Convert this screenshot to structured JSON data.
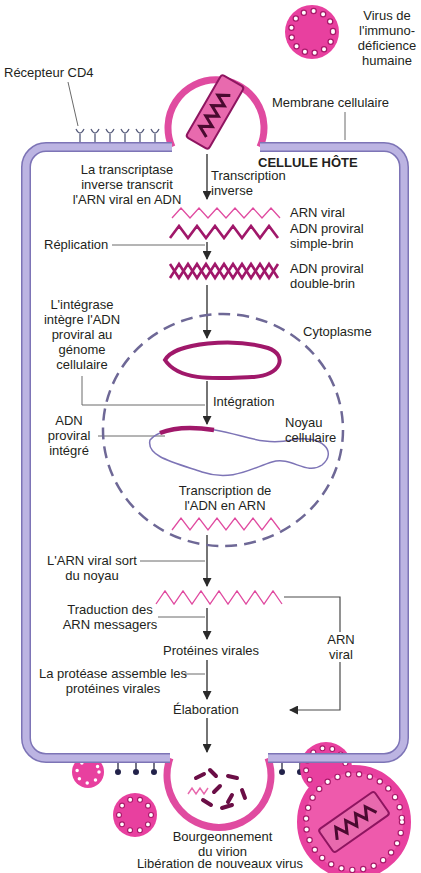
{
  "diagram": {
    "nodes": [
      {
        "text": [
          "CELLULE HÔTE",
          "Cytoplasme"
        ]
      },
      {
        "text": [
          "Intégration",
          "Noyau cellulaire",
          "Transcription de l'ADN en ARN"
        ],
        "in": 0
      }
    ],
    "labels": [
      "Virus de l'immuno-déficience humaine",
      "Récepteur CD4",
      "Membrane cellulaire",
      "La transcriptase inverse transcrit l'ARN viral en ADN",
      "Transcription inverse",
      "ARN viral",
      "ADN proviral simple-brin",
      "Réplication",
      "ADN proviral double-brin",
      "L'intégrase intègre l'ADN proviral au génome cellulaire",
      "ADN proviral intégré",
      "L'ARN viral sort du noyau",
      "Traduction des ARN messagers",
      "Protéines virales",
      "ARN viral",
      "La protéase assemble les protéines virales",
      "Élaboration",
      "Bourgeonnement du virion",
      "Libération de nouveaux virus"
    ]
  }
}
